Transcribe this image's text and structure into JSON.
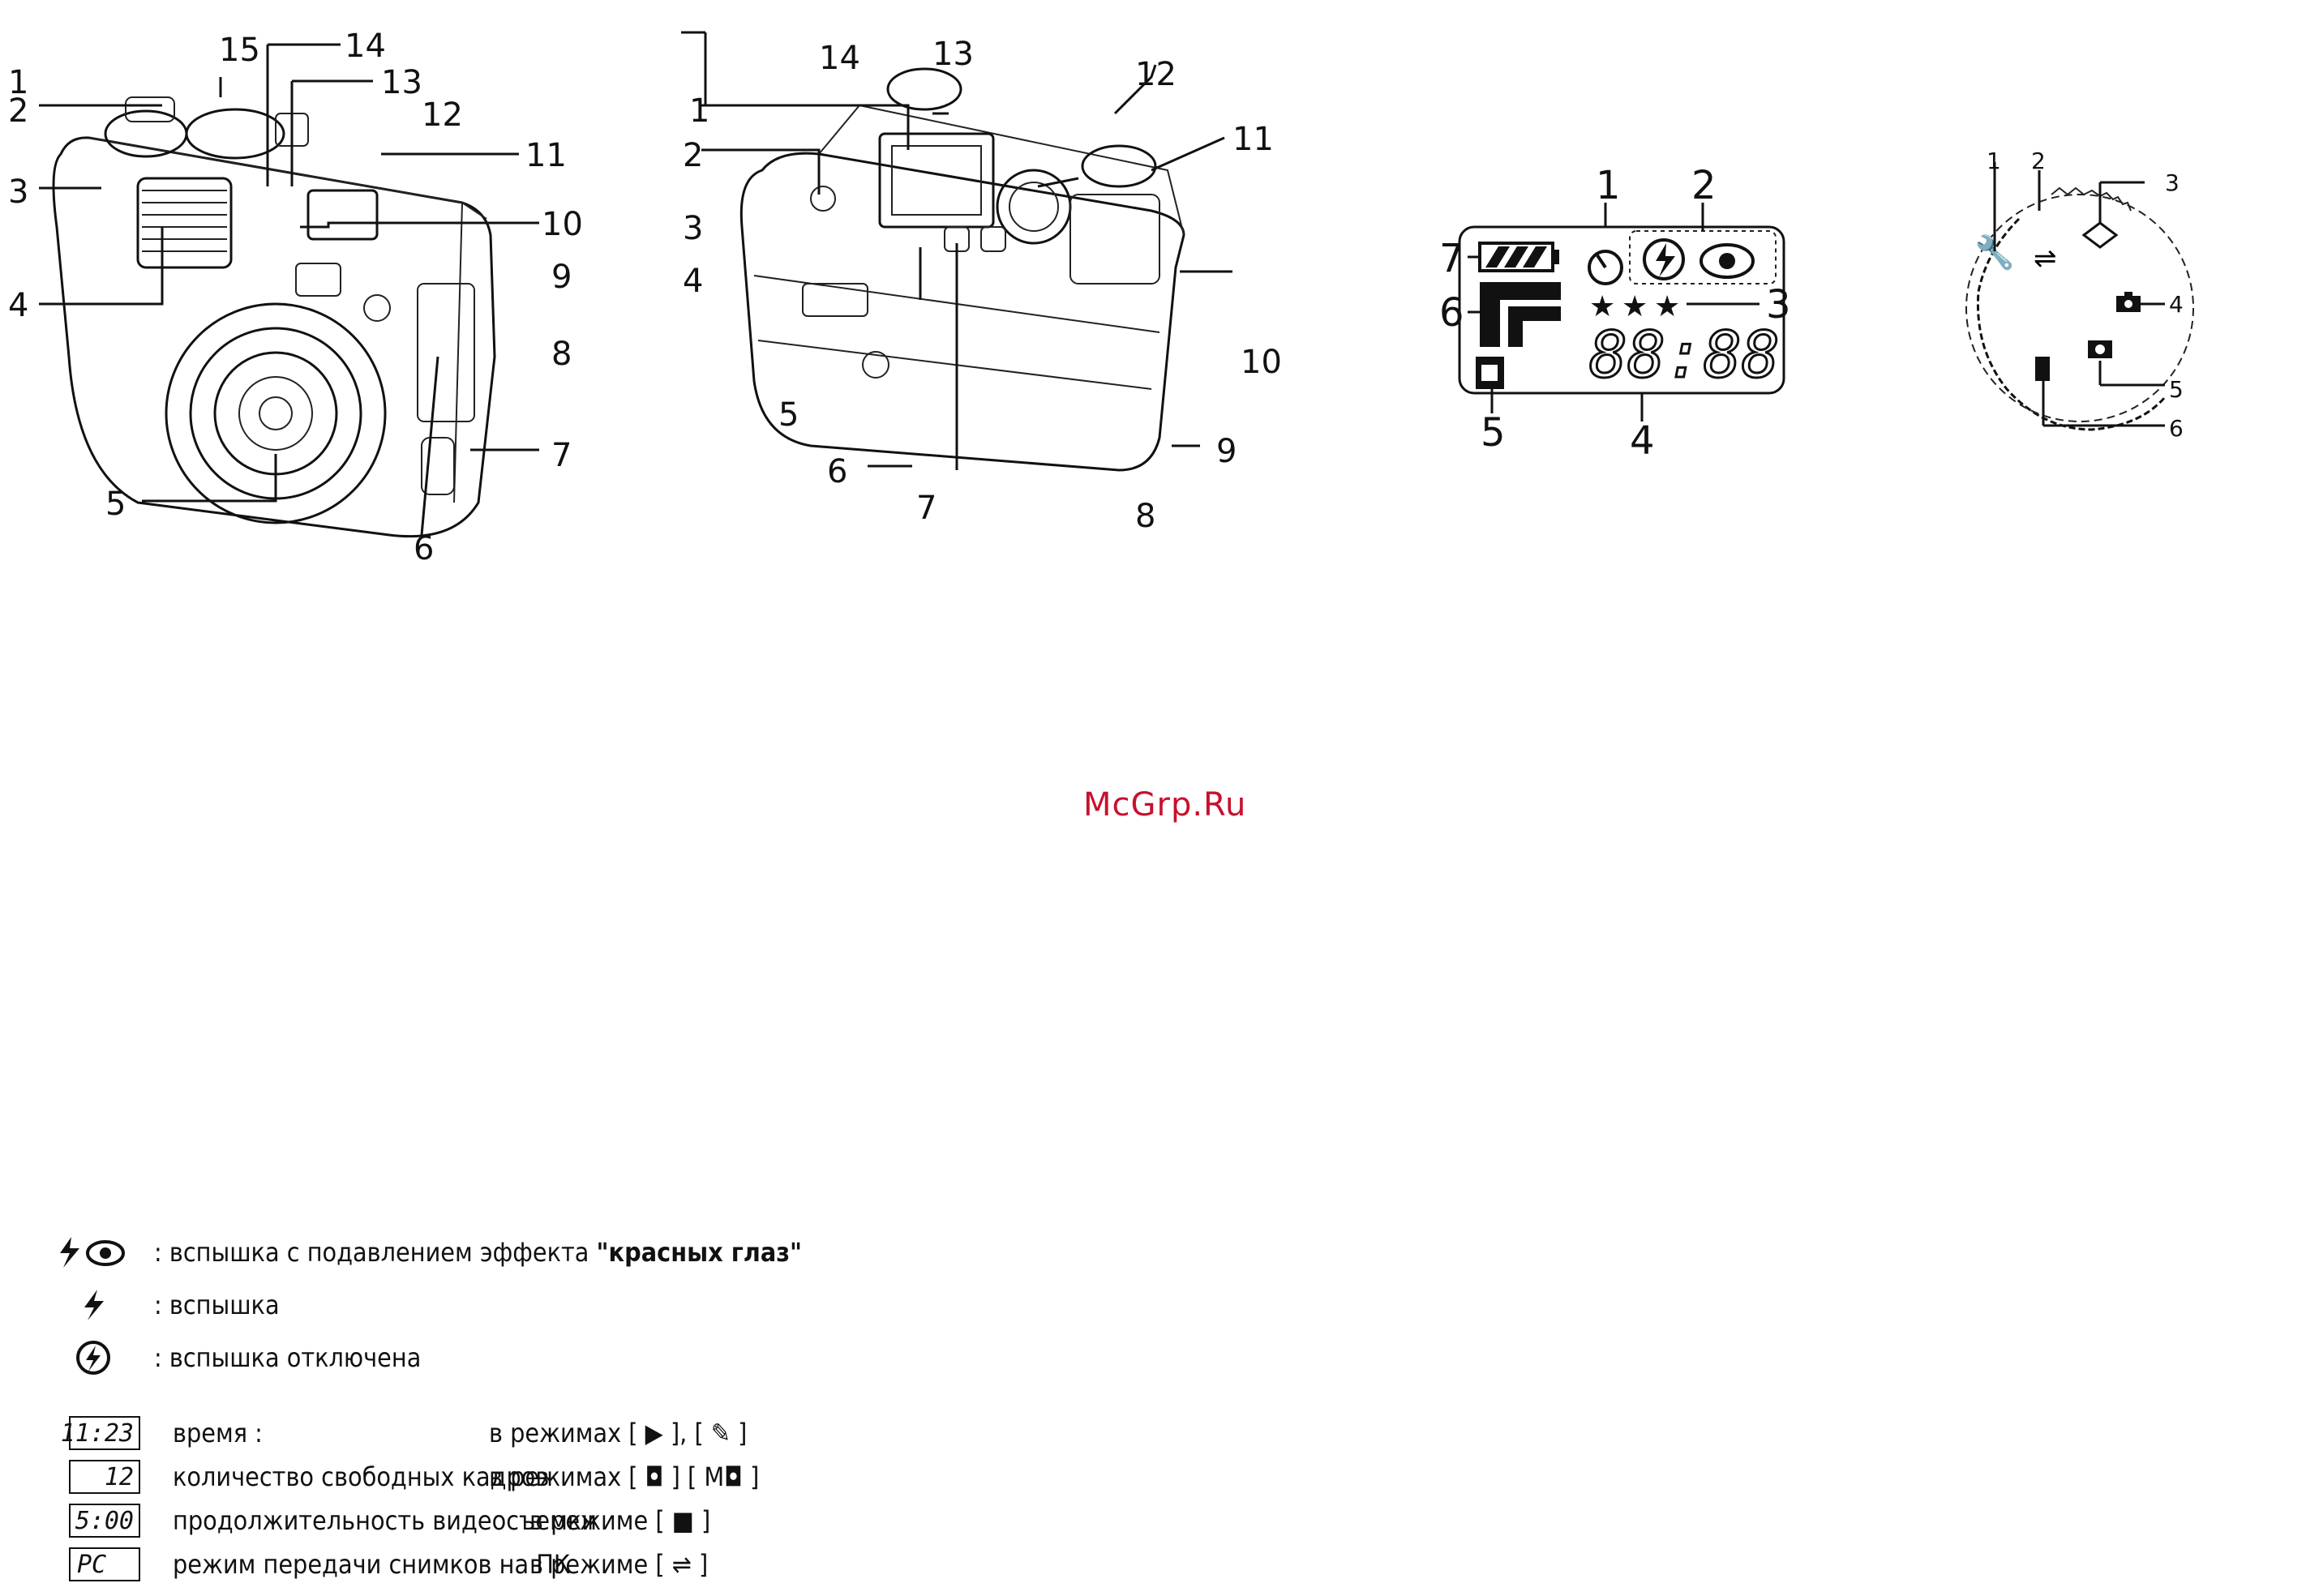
{
  "front_view": {
    "labels": [
      "1",
      "2",
      "3",
      "4",
      "5",
      "6",
      "7",
      "8",
      "9",
      "10",
      "11",
      "12",
      "13",
      "14",
      "15"
    ]
  },
  "back_view": {
    "labels": [
      "1",
      "2",
      "3",
      "4",
      "5",
      "6",
      "7",
      "8",
      "9",
      "10",
      "11",
      "12",
      "13",
      "14"
    ]
  },
  "lcd_panel": {
    "labels": [
      "1",
      "2",
      "3",
      "4",
      "5",
      "6",
      "7"
    ],
    "counter": "88:88"
  },
  "mode_dial": {
    "labels": [
      "1",
      "2",
      "3",
      "4",
      "5",
      "6"
    ]
  },
  "watermark": "McGrp.Ru",
  "flash_legend": [
    {
      "icon": "flash-redeye-icon",
      "prefix": ": вспышка с подавлением эффекта ",
      "bold": "\"красных глаз\""
    },
    {
      "icon": "flash-icon",
      "prefix": ": вспышка",
      "bold": ""
    },
    {
      "icon": "flash-off-icon",
      "prefix": ": вспышка отключена",
      "bold": ""
    }
  ],
  "display_legend": [
    {
      "display": "11:23",
      "desc": "время   :",
      "mode": "в режимах [ ▶ ],  [ ✎ ]"
    },
    {
      "display": "12",
      "desc": "количество свободных кадров",
      "mode": "в режимах [ ◘ ]  [ M◘ ]"
    },
    {
      "display": "5:00",
      "desc": "продолжительность видеосъемки",
      "mode": "в режиме  [ ■ ]"
    },
    {
      "display": "PC",
      "desc": "режим передачи снимков на ПК",
      "mode": "в режиме  [ ⇌ ]"
    }
  ]
}
